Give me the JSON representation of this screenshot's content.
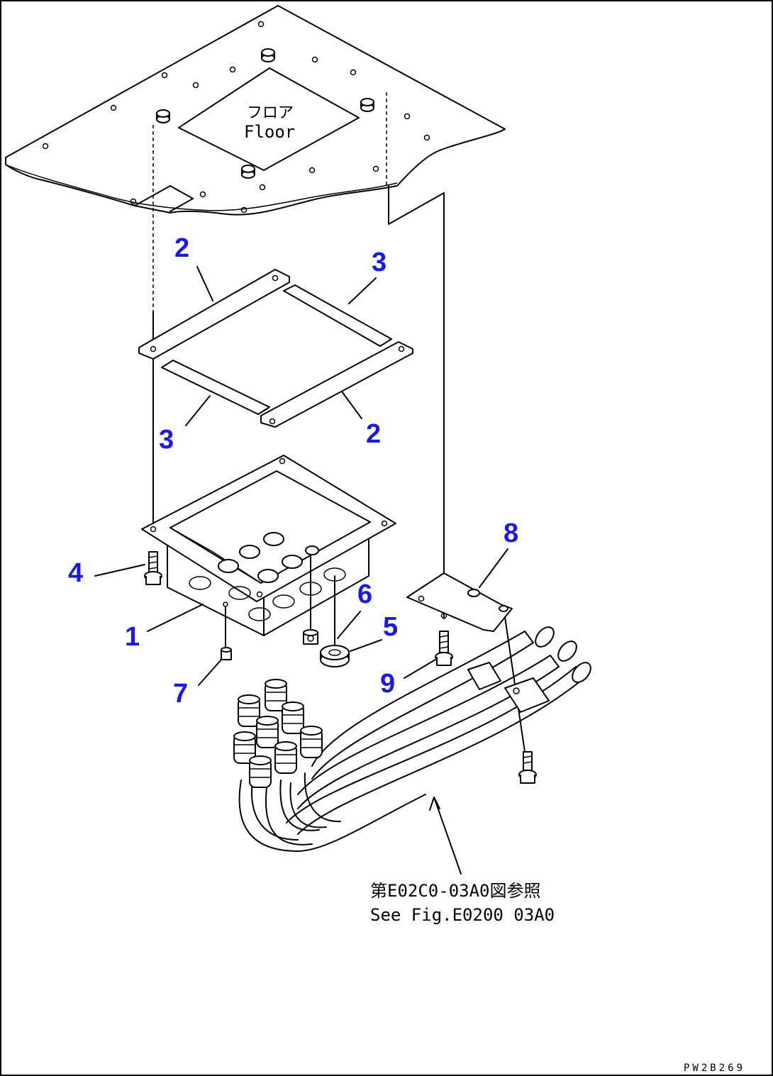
{
  "floor": {
    "label_jp": "フロア",
    "label_en": "Floor"
  },
  "callouts": [
    "1",
    "2",
    "3",
    "4",
    "5",
    "6",
    "7",
    "8",
    "9"
  ],
  "reference": {
    "line1": "第E02C0-03A0図参照",
    "line2": "See Fig.E0200 03A0"
  },
  "drawing_code": "PW2B269",
  "colors": {
    "callout": "#1a1ae6",
    "line": "#000000",
    "background": "#ffffff"
  }
}
